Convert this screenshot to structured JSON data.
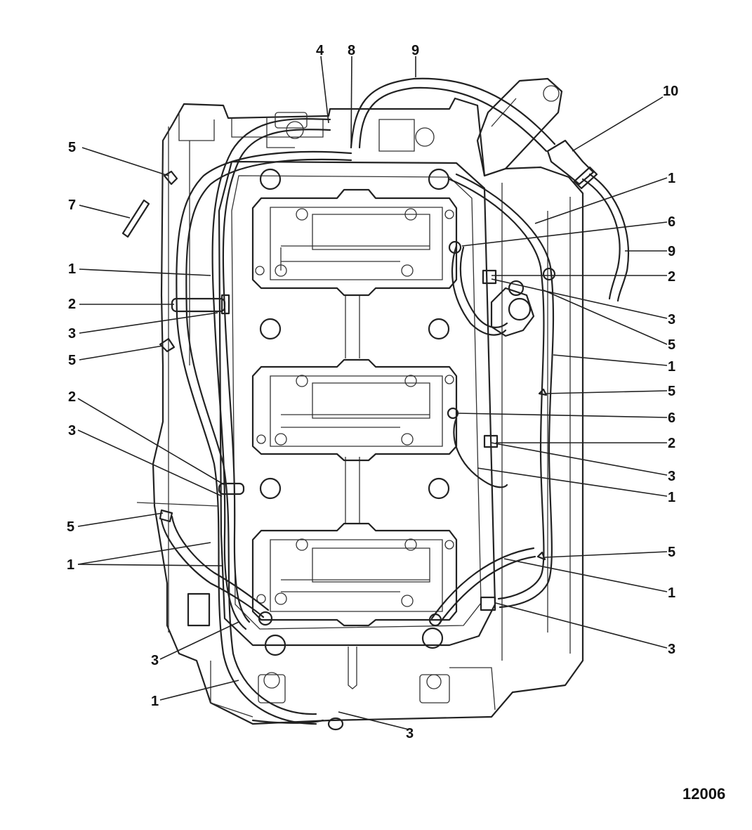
{
  "figure_number": "12006",
  "callouts": [
    "4",
    "8",
    "9",
    "10",
    "5",
    "7",
    "1",
    "6",
    "9",
    "2",
    "1",
    "2",
    "3",
    "3",
    "5",
    "5",
    "1",
    "5",
    "6",
    "2",
    "2",
    "3",
    "3",
    "1",
    "5",
    "1",
    "5",
    "1",
    "3",
    "3",
    "1",
    "3"
  ]
}
